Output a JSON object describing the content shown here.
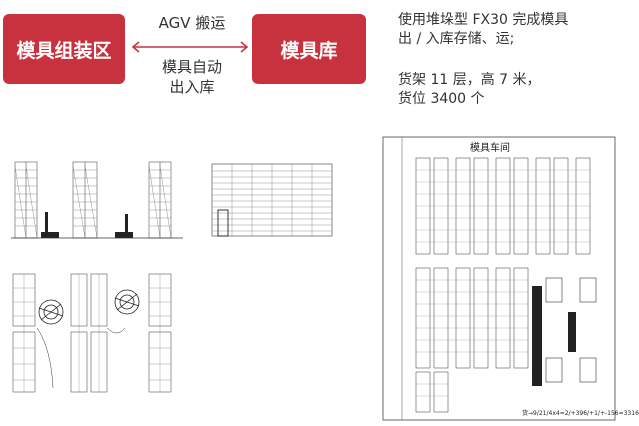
{
  "flow": {
    "left_box": "模具组装区",
    "right_box": "模具库",
    "arrow_top_label": "AGV 搬运",
    "arrow_bottom_label_line1": "模具自动",
    "arrow_bottom_label_line2": "出入库",
    "accent_color": "#c8313e"
  },
  "notes": {
    "line1": "使用堆垛型 FX30 完成模具",
    "line2": "出 / 入库存储、运;",
    "line3": "货架 11 层，高 7 米，",
    "line4": "货位 3400 个"
  },
  "drawings": {
    "layout_title": "模具车间",
    "layout_footnote": "货→9/21/4x4=2/+396/+1/+-156=3316"
  }
}
